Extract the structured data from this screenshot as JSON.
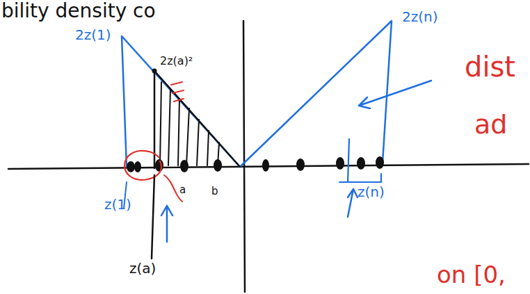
{
  "diagram": {
    "labels": [
      "bility density co",
      "2z(1)",
      "2z(a)²",
      "2z(n)",
      "dist",
      "ad",
      "z(1)",
      "z(a)",
      "a",
      "b",
      "z(n)",
      "on [0,"
    ]
  }
}
